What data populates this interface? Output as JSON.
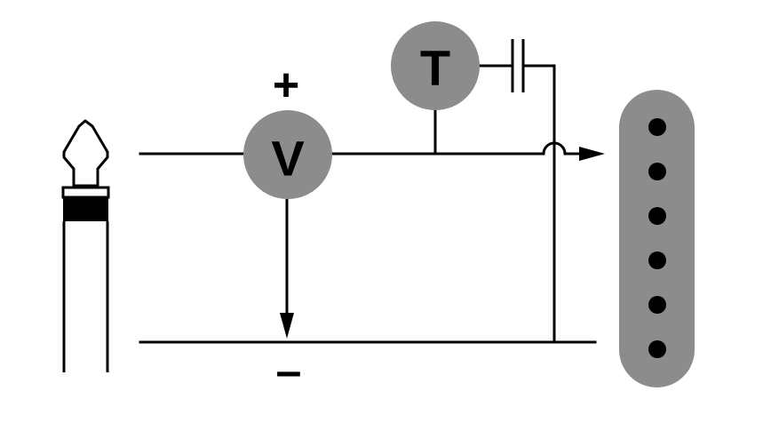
{
  "diagram": {
    "nodes": {
      "voltage": {
        "label": "V"
      },
      "tuner": {
        "label": "T"
      }
    },
    "terminals": {
      "positive": "+",
      "negative": "–"
    },
    "colors": {
      "node_fill": "#8c8c8c",
      "pickup_fill": "#8c8c8c",
      "wire": "#000000",
      "background": "#ffffff"
    },
    "pickup": {
      "pole_count": 6
    },
    "icons": [
      "audio-jack-plug-icon",
      "capacitor-icon",
      "pickup-icon"
    ]
  }
}
